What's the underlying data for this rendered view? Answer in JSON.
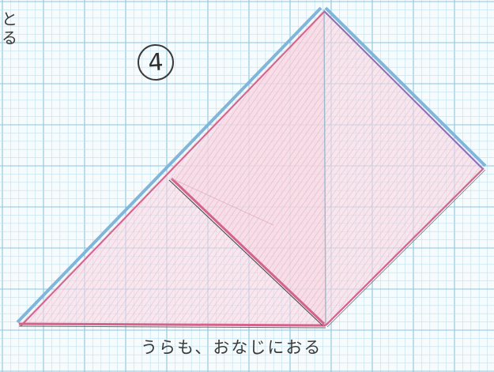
{
  "step_number": "4",
  "instruction": "うらも、おなじにおる",
  "corner_text": "と\nる",
  "colors": {
    "paper": "#f6fbfd",
    "grid_minor": "#bfe0ee",
    "grid_major": "#8ec6de",
    "pencil": "#555555",
    "pink": "#d4628c",
    "pink_fill": "#f3c6d6",
    "blue_edge": "#7fb6d9",
    "purple_edge": "#8a6fb8"
  },
  "icons": [
    "step-number-circle",
    "fold-diagram"
  ]
}
